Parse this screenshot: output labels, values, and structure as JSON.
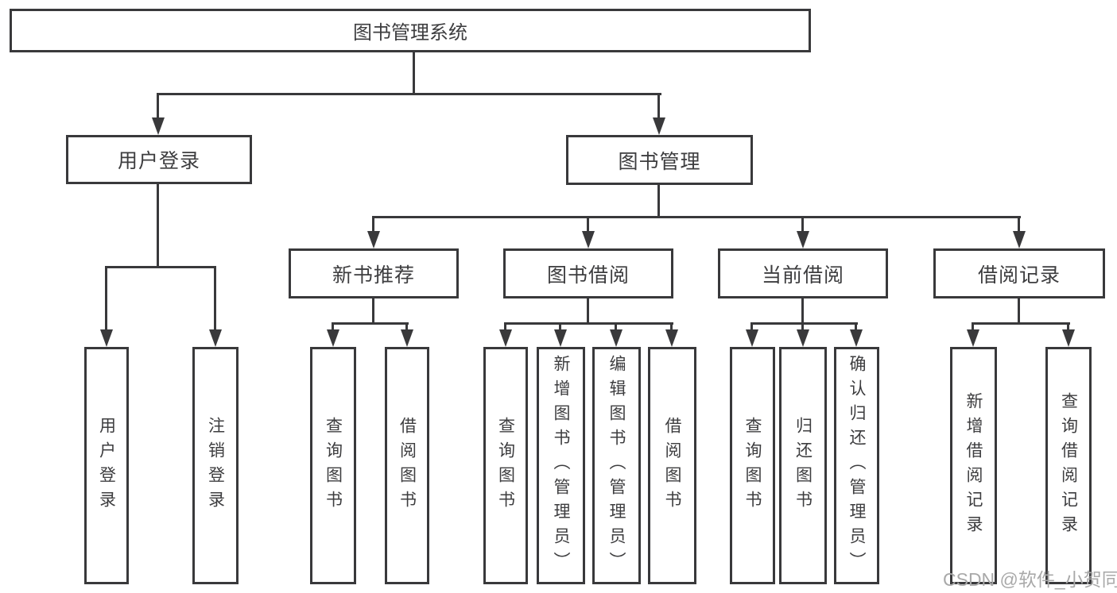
{
  "watermark": {
    "text": "CSDN @软件_小贺同学"
  },
  "colors": {
    "line": "#39393b",
    "text": "#3d3d3f",
    "background": "#ffffff",
    "watermark": "#a9a9a9"
  },
  "tree": {
    "root": {
      "label": "图书管理系统",
      "children": [
        {
          "label": "用户登录",
          "children": [
            {
              "label": "用户登录"
            },
            {
              "label": "注销登录"
            }
          ]
        },
        {
          "label": "图书管理",
          "children": [
            {
              "label": "新书推荐",
              "children": [
                {
                  "label": "查询图书"
                },
                {
                  "label": "借阅图书"
                }
              ]
            },
            {
              "label": "图书借阅",
              "children": [
                {
                  "label": "查询图书"
                },
                {
                  "label": "新增图书（管理员）"
                },
                {
                  "label": "编辑图书（管理员）"
                },
                {
                  "label": "借阅图书"
                }
              ]
            },
            {
              "label": "当前借阅",
              "children": [
                {
                  "label": "查询图书"
                },
                {
                  "label": "归还图书"
                },
                {
                  "label": "确认归还（管理员）"
                }
              ]
            },
            {
              "label": "借阅记录",
              "children": [
                {
                  "label": "新增借阅记录"
                },
                {
                  "label": "查询借阅记录"
                }
              ]
            }
          ]
        }
      ]
    }
  }
}
